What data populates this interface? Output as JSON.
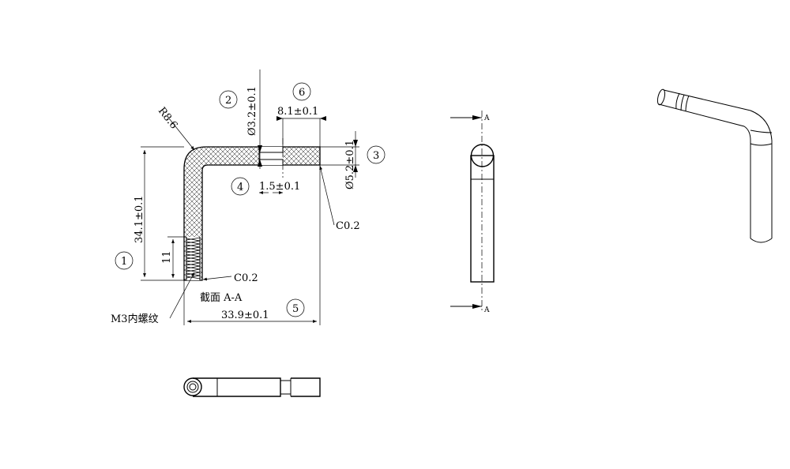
{
  "section_view": {
    "radius_label": "R8.6",
    "height_dim": "34.1±0.1",
    "thread_len_dim": "11",
    "width_dim": "33.9±0.1",
    "dia_small_dim": "Ø3.2±0.1",
    "dia_large_dim": "Ø5.2±0.1",
    "length_dim": "8.1±0.1",
    "groove_dim": "1.5±0.1",
    "chamfer_right": "C0.2",
    "chamfer_bottom": "C0.2",
    "section_label": "截面 A-A",
    "thread_label": "M3内螺纹"
  },
  "balloons": [
    "1",
    "2",
    "3",
    "4",
    "5",
    "6"
  ],
  "side_view": {
    "cut_label_top": "A",
    "cut_label_bottom": "A"
  }
}
